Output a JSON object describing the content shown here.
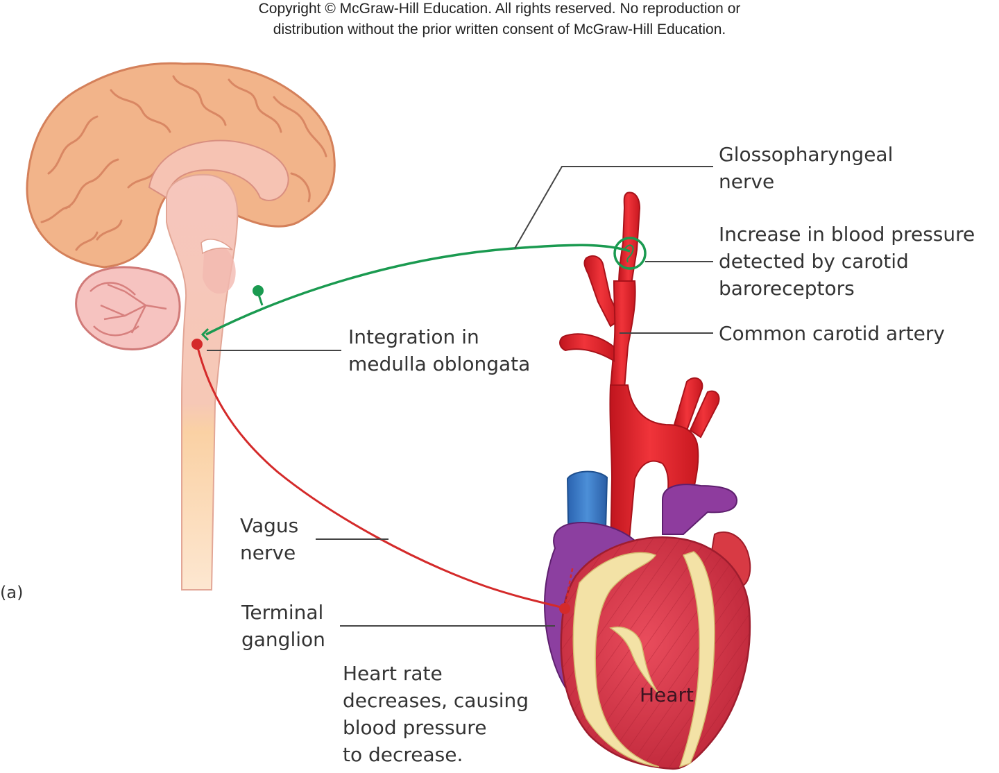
{
  "copyright": {
    "line1": "Copyright © McGraw-Hill Education. All rights reserved. No reproduction or",
    "line2": "distribution without the prior written consent of McGraw-Hill Education."
  },
  "labels": {
    "glossopharyngeal": "Glossopharyngeal\nnerve",
    "baroreceptors": "Increase in blood pressure\ndetected by carotid\nbaroreceptors",
    "carotid": "Common carotid artery",
    "integration": "Integration in\nmedulla oblongata",
    "vagus": "Vagus\nnerve",
    "ganglion": "Terminal\nganglion",
    "heart_rate": "Heart rate\ndecreases, causing\nblood pressure\nto decrease.",
    "heart": "Heart",
    "panel": "(a)"
  },
  "colors": {
    "sensory_nerve": "#1a9a50",
    "motor_nerve": "#d42a2a",
    "artery": "#e0262e",
    "vein": "#2e6fbf",
    "brain": "#f2b48a",
    "brainstem": "#f6c6bd",
    "spinal_cord": "#f9cfa0",
    "heart_muscle": "#d8394a",
    "heart_fat": "#f3e2a6",
    "atrium": "#8c3fa0",
    "leader_line": "#444444"
  }
}
